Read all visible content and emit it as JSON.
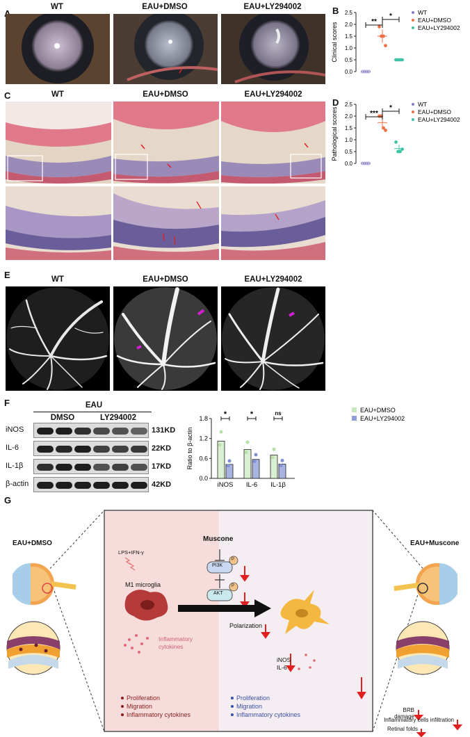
{
  "panels": {
    "A": "A",
    "B": "B",
    "C": "C",
    "D": "D",
    "E": "E",
    "F": "F",
    "G": "G"
  },
  "groups": [
    "WT",
    "EAU+DMSO",
    "EAU+LY294002"
  ],
  "legend_groups": [
    "WT",
    "EAU+DMSO",
    "EAU+LY294002"
  ],
  "colors": {
    "wt": "#8a7fc4",
    "dmso": "#ee7044",
    "ly": "#3ec4a4",
    "bar_dmso": "#d9efd1",
    "bar_ly": "#a9b3e0",
    "pink_bg": "#f7dcdc",
    "red": "#e02020",
    "blue": "#3a50a8",
    "darkred": "#8a1c1c"
  },
  "chart_data": [
    {
      "type": "scatter",
      "panel": "B",
      "ylabel": "Clinical scores",
      "ylim": [
        0,
        2.5
      ],
      "yticks": [
        "0.0",
        "0.5",
        "1.0",
        "1.5",
        "2.0",
        "2.5"
      ],
      "series": [
        {
          "name": "WT",
          "values": [
            0,
            0,
            0,
            0
          ]
        },
        {
          "name": "EAU+DMSO",
          "values": [
            1.9,
            1.5,
            1.5,
            1.1
          ]
        },
        {
          "name": "EAU+LY294002",
          "values": [
            0.5,
            0.5,
            0.5,
            0.5
          ]
        }
      ],
      "annotations": [
        "**",
        "*"
      ]
    },
    {
      "type": "scatter",
      "panel": "D",
      "ylabel": "Pathological scores",
      "ylim": [
        0,
        2.5
      ],
      "yticks": [
        "0.0",
        "0.5",
        "1.0",
        "1.5",
        "2.0",
        "2.5"
      ],
      "series": [
        {
          "name": "WT",
          "values": [
            0,
            0,
            0,
            0
          ]
        },
        {
          "name": "EAU+DMSO",
          "values": [
            2.0,
            2.0,
            1.5,
            1.4
          ]
        },
        {
          "name": "EAU+LY294002",
          "values": [
            0.9,
            0.5,
            0.5,
            0.6
          ]
        }
      ],
      "annotations": [
        "***",
        "*"
      ]
    },
    {
      "type": "bar",
      "panel": "F",
      "ylabel": "Ratio to β-actin",
      "ylim": [
        0,
        1.8
      ],
      "yticks": [
        "0.0",
        "0.6",
        "1.2",
        "1.8"
      ],
      "categories": [
        "iNOS",
        "IL-6",
        "IL-1β"
      ],
      "series": [
        {
          "name": "EAU+DMSO",
          "values": [
            1.12,
            0.87,
            0.7
          ]
        },
        {
          "name": "EAU+LY294002",
          "values": [
            0.42,
            0.57,
            0.43
          ]
        }
      ],
      "significance": [
        "*",
        "*",
        "ns"
      ]
    }
  ],
  "blot": {
    "header": "EAU",
    "sub_left": "DMSO",
    "sub_right": "LY294002",
    "rows": [
      {
        "name": "iNOS",
        "kd": "131KD"
      },
      {
        "name": "IL-6",
        "kd": "22KD"
      },
      {
        "name": "IL-1β",
        "kd": "17KD"
      },
      {
        "name": "β-actin",
        "kd": "42KD"
      }
    ]
  },
  "g": {
    "left_title": "EAU+DMSO",
    "right_title": "EAU+Muscone",
    "muscone": "Muscone",
    "pi3k": "PI3K",
    "akt": "AKT",
    "p": "P",
    "lps": "LPS+IFN-γ",
    "m1": "M1 microglia",
    "polarization": "Polarization",
    "cyt1": "Inflammatory",
    "cyt2": "cytokines",
    "inos": "iNOS",
    "il6": "IL-6",
    "left_list": [
      "Proliferation",
      "Migration",
      "Inflammatory cytokines"
    ],
    "right_list": [
      "Proliferation",
      "Migration",
      "Inflammatory cytokines"
    ],
    "outcomes": [
      "BRB damage",
      "Inflammatory cells infiltration",
      "Retinal folds"
    ]
  }
}
